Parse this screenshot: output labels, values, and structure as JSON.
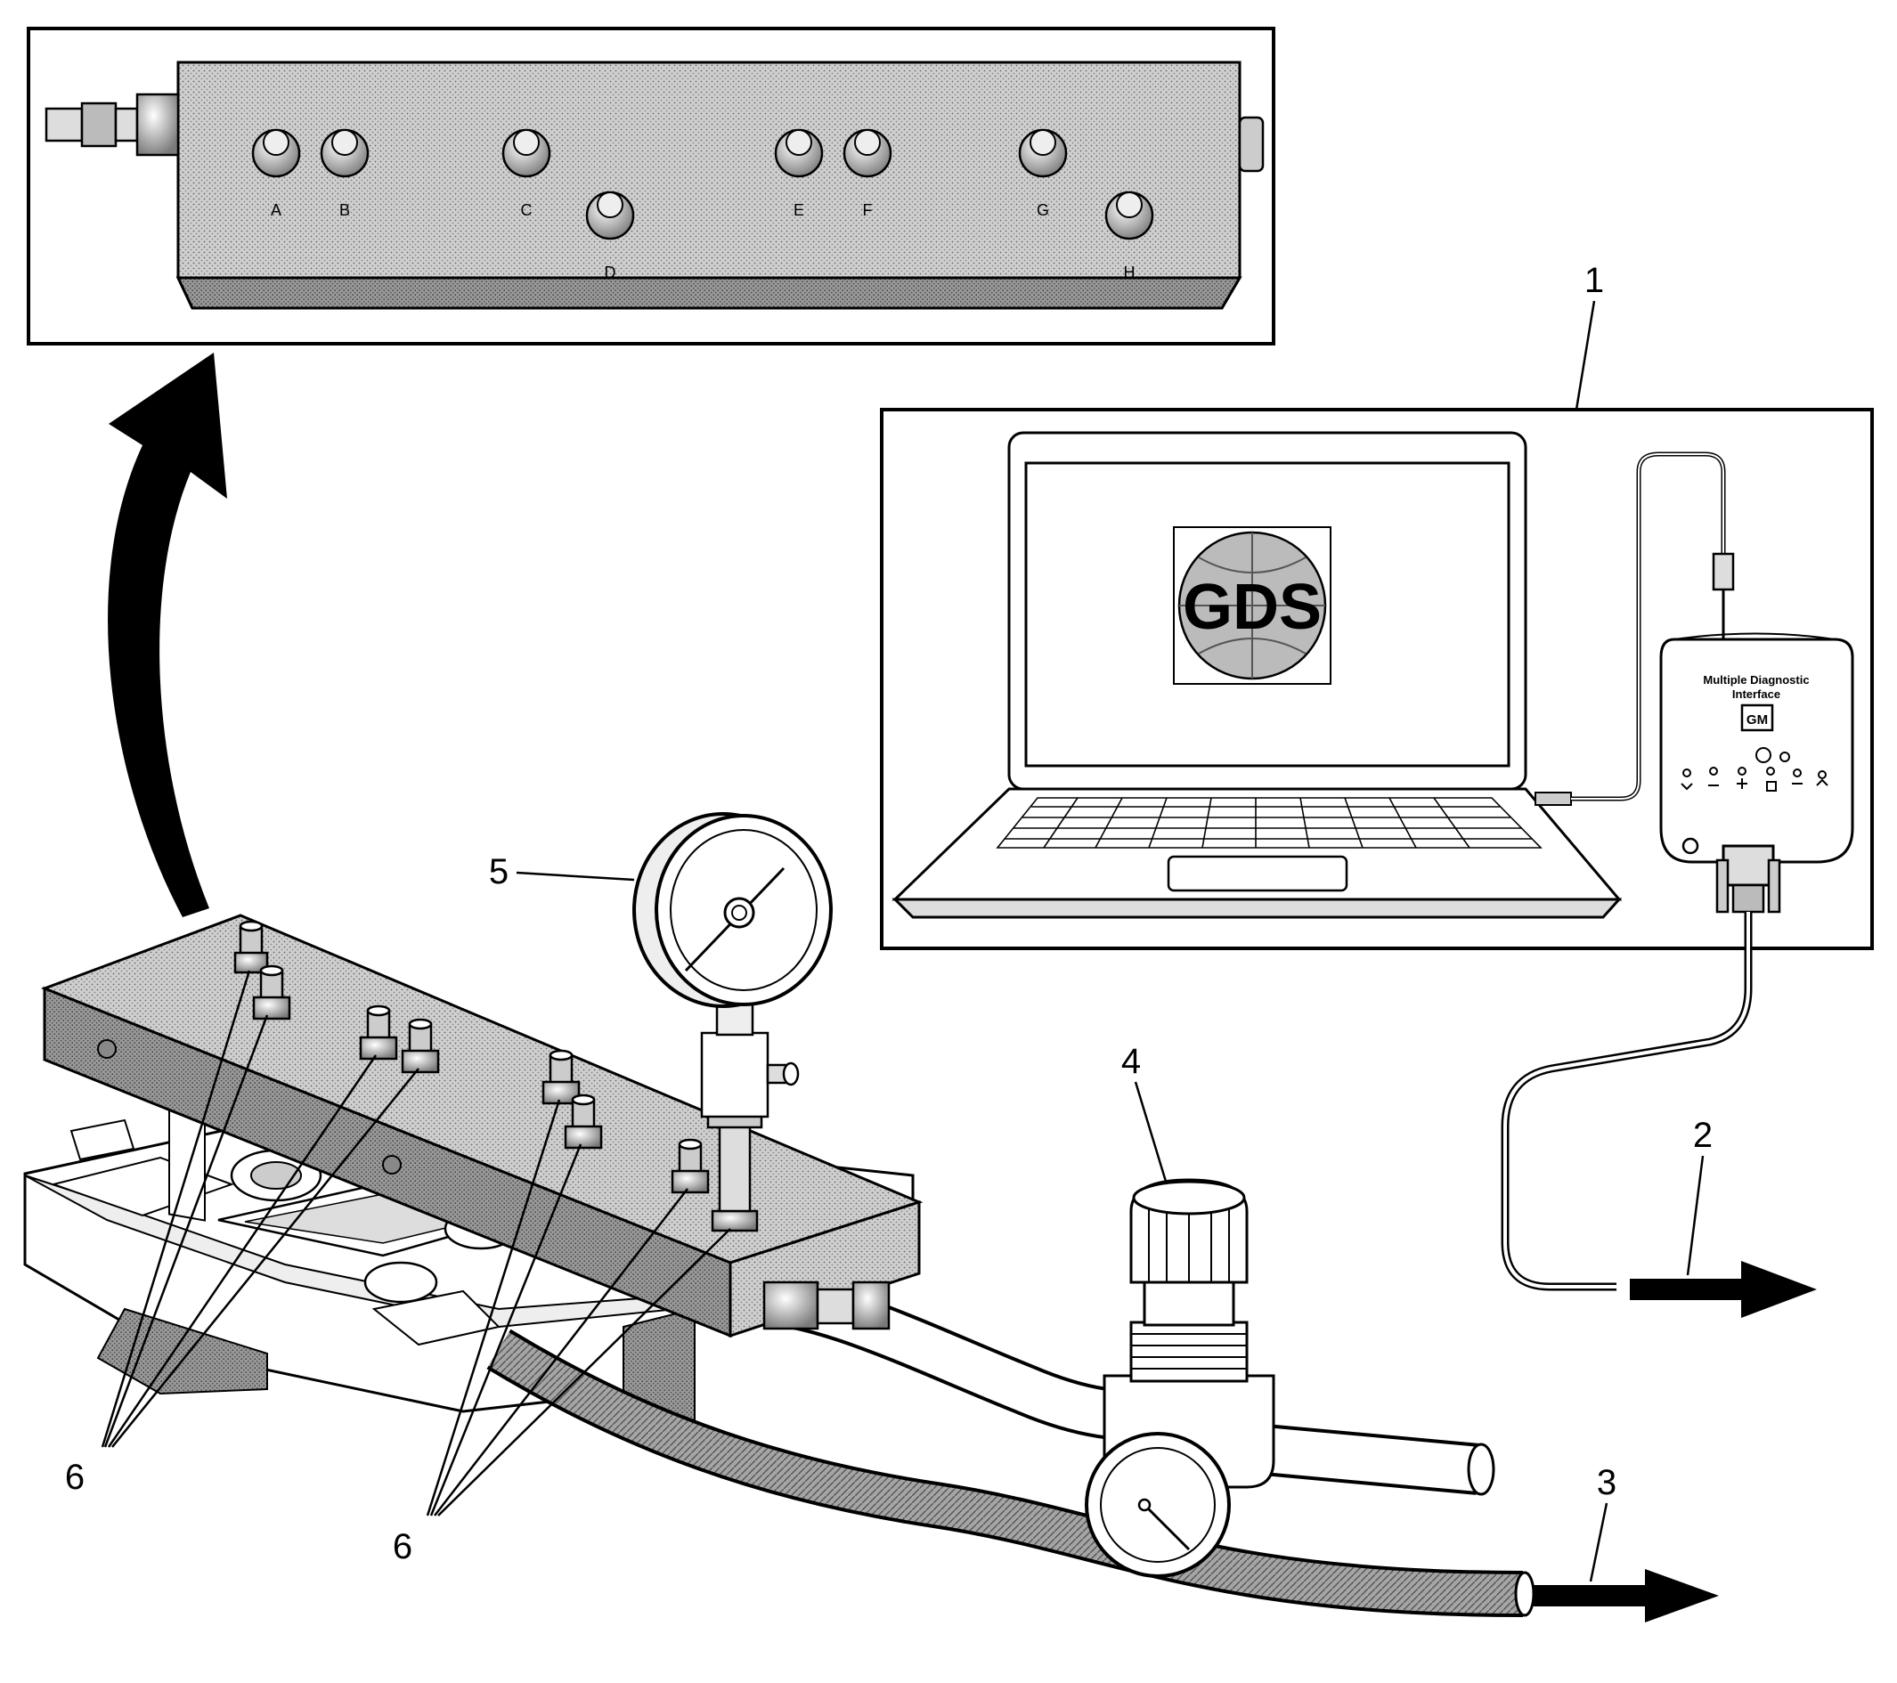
{
  "callouts": {
    "c1": "1",
    "c2": "2",
    "c3": "3",
    "c4": "4",
    "c5": "5",
    "c6_left": "6",
    "c6_right": "6"
  },
  "manifold_ports": {
    "a": "A",
    "b": "B",
    "c": "C",
    "d": "D",
    "e": "E",
    "f": "F",
    "g": "G",
    "h": "H"
  },
  "laptop_screen": {
    "logo_text": "GDS"
  },
  "mdi": {
    "label_line1": "Multiple Diagnostic",
    "label_line2": "Interface",
    "brand": "GM"
  },
  "colors": {
    "line": "#000000",
    "fill": "#ffffff",
    "shade": "#bfbfbf"
  }
}
